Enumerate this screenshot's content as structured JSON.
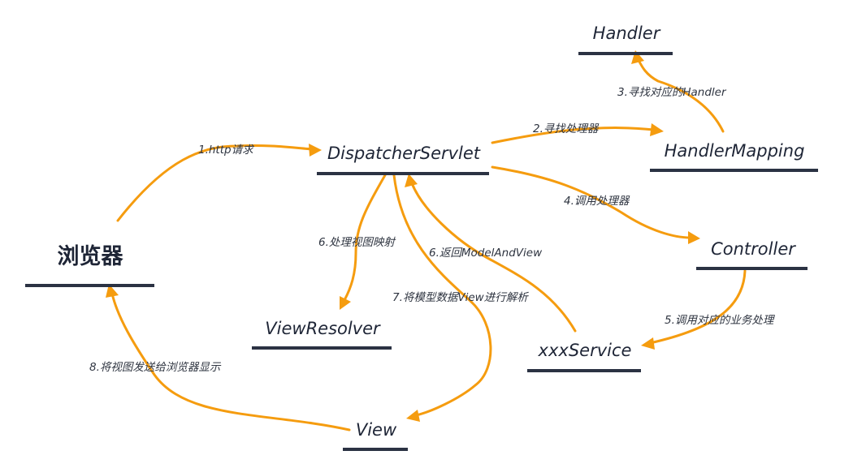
{
  "nodes": {
    "browser": "浏览器",
    "dispatcher": "DispatcherServlet",
    "handler": "Handler",
    "handler_mapping": "HandlerMapping",
    "controller": "Controller",
    "view_resolver": "ViewResolver",
    "service": "xxxService",
    "view": "View"
  },
  "edges": {
    "e1": "1.http请求",
    "e2": "2.寻找处理器",
    "e3": "3.寻找对应的Handler",
    "e4": "4.调用处理器",
    "e5": "5.调用对应的业务处理",
    "e6a": "6.处理视图映射",
    "e6b": "6.返回ModelAndView",
    "e7": "7.将模型数据View进行解析",
    "e8": "8.将视图发送给浏览器显示"
  },
  "colors": {
    "arrow": "#f59c0f",
    "underline": "#2b3243",
    "text": "#1e2536"
  }
}
